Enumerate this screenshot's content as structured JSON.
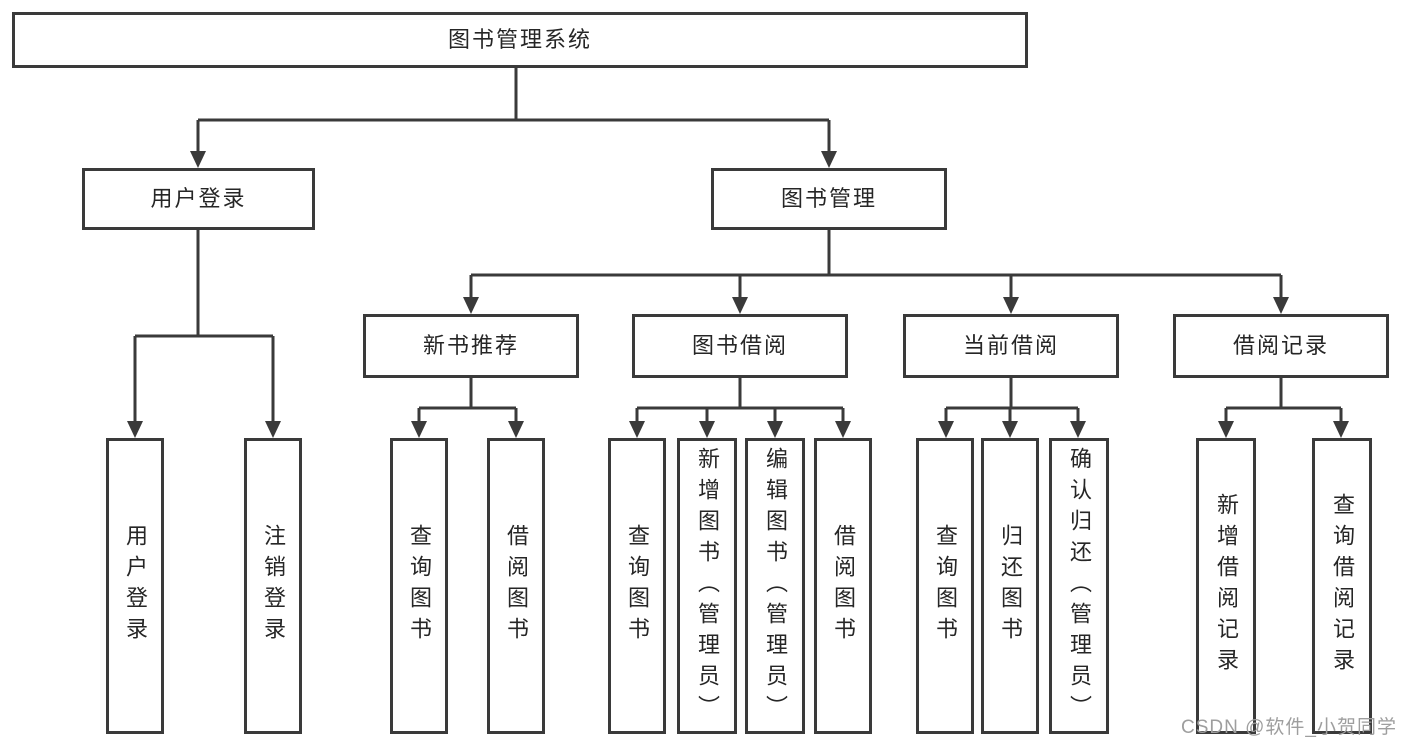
{
  "diagram": {
    "root": {
      "label": "图书管理系统"
    },
    "branches": [
      {
        "label": "用户登录",
        "children": [
          {
            "label": "用户登录"
          },
          {
            "label": "注销登录"
          }
        ]
      },
      {
        "label": "图书管理",
        "children": [
          {
            "label": "新书推荐",
            "children": [
              {
                "label": "查询图书"
              },
              {
                "label": "借阅图书"
              }
            ]
          },
          {
            "label": "图书借阅",
            "children": [
              {
                "label": "查询图书"
              },
              {
                "label": "新增图书（管理员）"
              },
              {
                "label": "编辑图书（管理员）"
              },
              {
                "label": "借阅图书"
              }
            ]
          },
          {
            "label": "当前借阅",
            "children": [
              {
                "label": "查询图书"
              },
              {
                "label": "归还图书"
              },
              {
                "label": "确认归还（管理员）"
              }
            ]
          },
          {
            "label": "借阅记录",
            "children": [
              {
                "label": "新增借阅记录"
              },
              {
                "label": "查询借阅记录"
              }
            ]
          }
        ]
      }
    ]
  },
  "watermark": {
    "text": "CSDN @软件_小贺同学"
  },
  "colors": {
    "line": "#3a3a3a",
    "text": "#262626",
    "watermark": "#9e9e9e",
    "background": "#ffffff"
  }
}
